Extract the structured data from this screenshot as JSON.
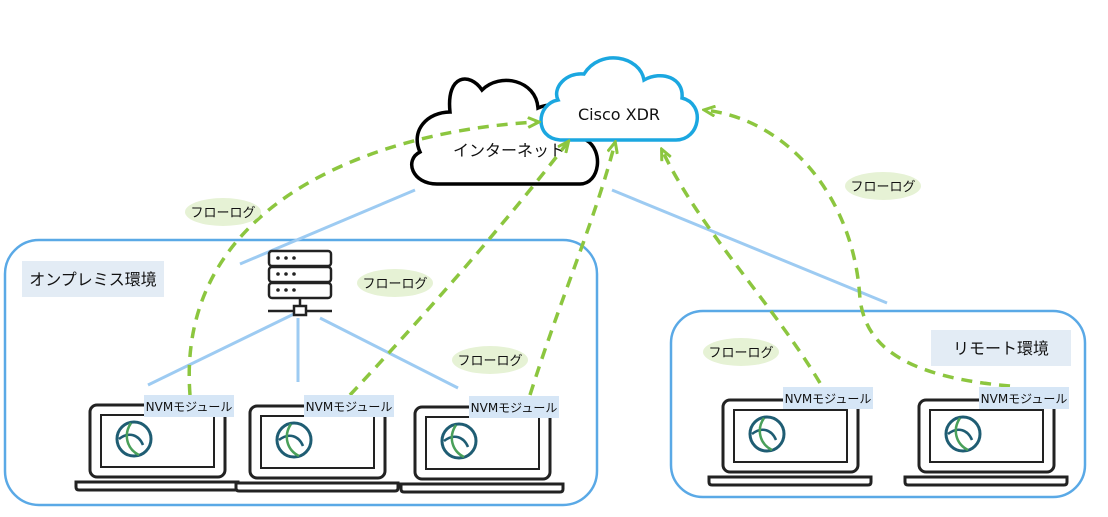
{
  "nodes": {
    "cloud_internet": "インターネット",
    "cloud_xdr": "Cisco  XDR"
  },
  "environments": {
    "onprem": "オンプレミス環境",
    "remote": "リモート環境"
  },
  "flow_labels": [
    "フローログ",
    "フローログ",
    "フローログ",
    "フローログ",
    "フローログ"
  ],
  "endpoints": [
    {
      "label": "NVMモジュール",
      "group": "onprem"
    },
    {
      "label": "NVMモジュール",
      "group": "onprem"
    },
    {
      "label": "NVMモジュール",
      "group": "onprem"
    },
    {
      "label": "NVMモジュール",
      "group": "remote"
    },
    {
      "label": "NVMモジュール",
      "group": "remote"
    }
  ],
  "colors": {
    "cloud_internet_stroke": "#000000",
    "cloud_xdr_stroke": "#1ba7e0",
    "environment_border": "#5aa9e6",
    "env_label_bg": "#e3ecf5",
    "network_line": "#9dcbf2",
    "flow_arrow": "#8cc63f",
    "flow_label_bg": "#e6f2d5",
    "nvm_label_bg": "#d6e6f6",
    "laptop_stroke": "#222222",
    "globe_stroke": "#1f5d73",
    "globe_curve": "#4aa05a"
  },
  "icons": [
    "server-icon",
    "laptop-icon",
    "globe-icon",
    "cloud-icon"
  ]
}
